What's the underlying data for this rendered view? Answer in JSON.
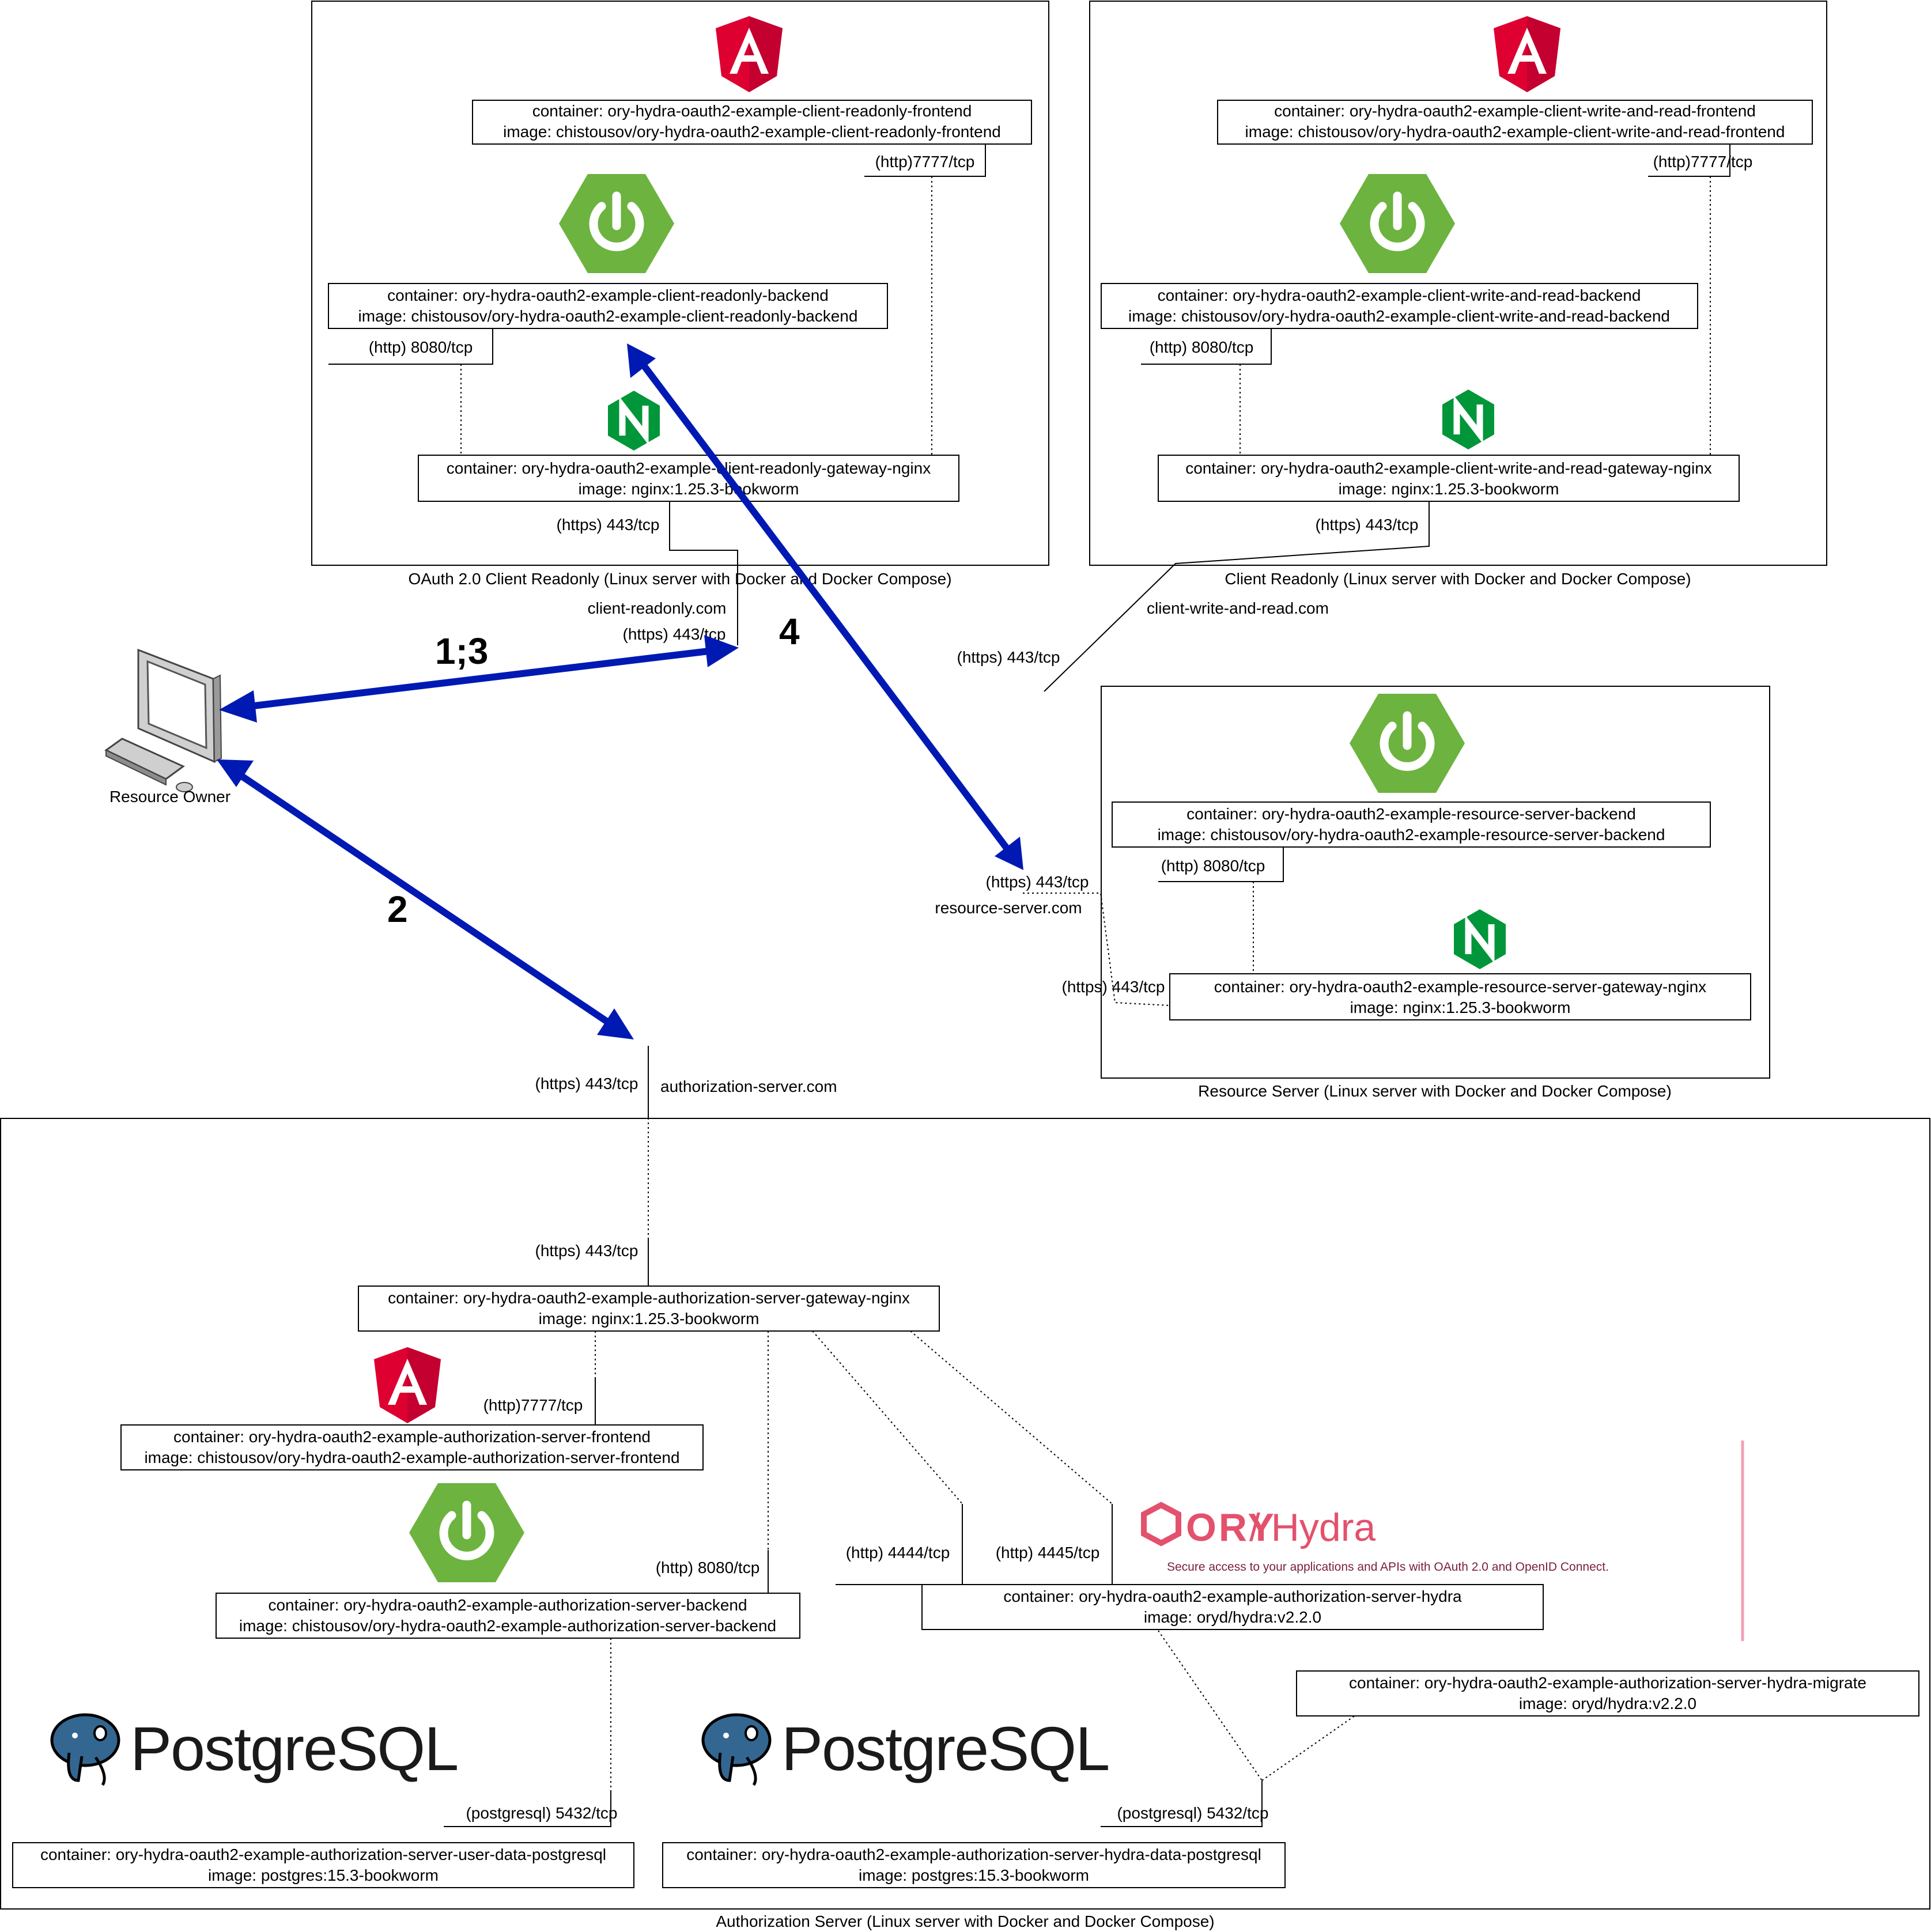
{
  "regions": {
    "client_readonly": "OAuth 2.0 Client Readonly (Linux server with Docker and Docker Compose)",
    "client_write_read": "Client Readonly (Linux server with Docker and Docker Compose)",
    "resource_server": "Resource Server (Linux server with Docker and Docker Compose)",
    "authorization_server": "Authorization Server (Linux server with Docker and Docker Compose)"
  },
  "containers": {
    "cr_frontend": [
      "container: ory-hydra-oauth2-example-client-readonly-frontend",
      "image: chistousov/ory-hydra-oauth2-example-client-readonly-frontend"
    ],
    "cr_backend": [
      "container: ory-hydra-oauth2-example-client-readonly-backend",
      "image: chistousov/ory-hydra-oauth2-example-client-readonly-backend"
    ],
    "cr_gateway": [
      "container: ory-hydra-oauth2-example-client-readonly-gateway-nginx",
      "image: nginx:1.25.3-bookworm"
    ],
    "cwr_frontend": [
      "container: ory-hydra-oauth2-example-client-write-and-read-frontend",
      "image: chistousov/ory-hydra-oauth2-example-client-write-and-read-frontend"
    ],
    "cwr_backend": [
      "container: ory-hydra-oauth2-example-client-write-and-read-backend",
      "image: chistousov/ory-hydra-oauth2-example-client-write-and-read-backend"
    ],
    "cwr_gateway": [
      "container: ory-hydra-oauth2-example-client-write-and-read-gateway-nginx",
      "image: nginx:1.25.3-bookworm"
    ],
    "rs_backend": [
      "container: ory-hydra-oauth2-example-resource-server-backend",
      "image: chistousov/ory-hydra-oauth2-example-resource-server-backend"
    ],
    "rs_gateway": [
      "container: ory-hydra-oauth2-example-resource-server-gateway-nginx",
      "image: nginx:1.25.3-bookworm"
    ],
    "as_gateway": [
      "container: ory-hydra-oauth2-example-authorization-server-gateway-nginx",
      "image: nginx:1.25.3-bookworm"
    ],
    "as_frontend": [
      "container: ory-hydra-oauth2-example-authorization-server-frontend",
      "image: chistousov/ory-hydra-oauth2-example-authorization-server-frontend"
    ],
    "as_backend": [
      "container: ory-hydra-oauth2-example-authorization-server-backend",
      "image: chistousov/ory-hydra-oauth2-example-authorization-server-backend"
    ],
    "as_hydra": [
      "container: ory-hydra-oauth2-example-authorization-server-hydra",
      "image: oryd/hydra:v2.2.0"
    ],
    "as_hydra_migrate": [
      "container: ory-hydra-oauth2-example-authorization-server-hydra-migrate",
      "image: oryd/hydra:v2.2.0"
    ],
    "as_user_pg": [
      "container: ory-hydra-oauth2-example-authorization-server-user-data-postgresql",
      "image: postgres:15.3-bookworm"
    ],
    "as_hydra_pg": [
      "container: ory-hydra-oauth2-example-authorization-server-hydra-data-postgresql",
      "image: postgres:15.3-bookworm"
    ]
  },
  "ports": {
    "http7777": "(http)7777/tcp",
    "http8080": "(http) 8080/tcp",
    "https443": "(https) 443/tcp",
    "http4444": "(http) 4444/tcp",
    "http4445": "(http) 4445/tcp",
    "pg5432": "(postgresql) 5432/tcp"
  },
  "hosts": {
    "client_readonly": "client-readonly.com",
    "client_write_read": "client-write-and-read.com",
    "resource_server": "resource-server.com",
    "authorization_server": "authorization-server.com"
  },
  "actor": {
    "label": "Resource Owner",
    "icon": "desktop-computer-icon"
  },
  "steps": {
    "s13": "1;3",
    "s2": "2",
    "s4": "4"
  },
  "logos": {
    "angular": "A",
    "nginx": "N",
    "postgres_word": "PostgreSQL",
    "ory_brand": "ORY",
    "hydra_word": "/ Hydra",
    "hydra_tagline": "Secure access to your applications and APIs with OAuth 2.0 and OpenID Connect."
  },
  "colors": {
    "flow": "#0019b3",
    "angular": "#dd0031",
    "spring": "#6db33f",
    "nginx": "#009639",
    "postgres": "#336791",
    "ory": "#e3516d"
  }
}
